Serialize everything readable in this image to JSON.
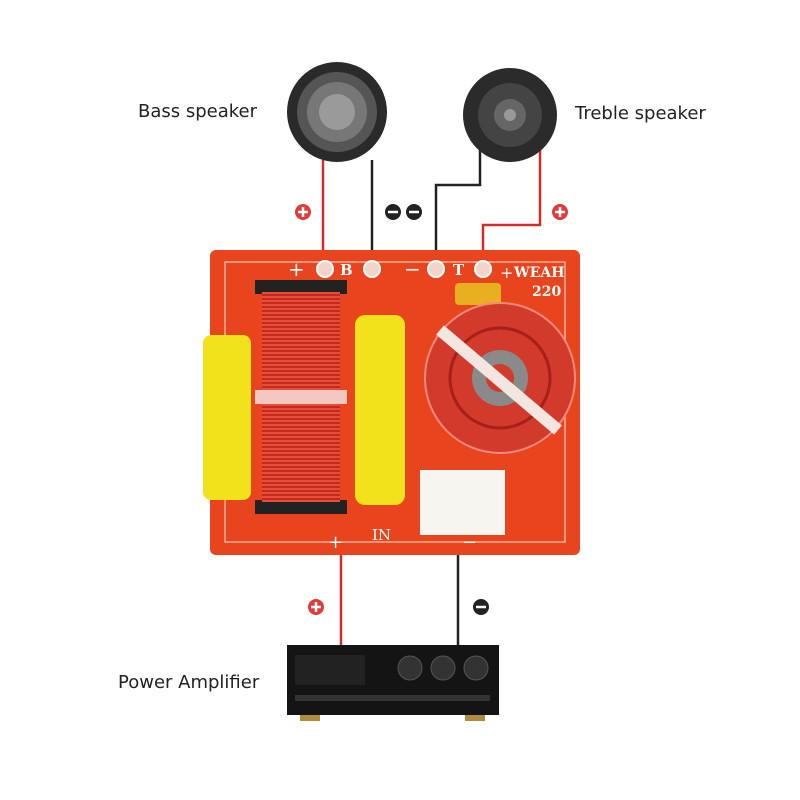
{
  "labels": {
    "bass_speaker": "Bass speaker",
    "treble_speaker": "Treble speaker",
    "power_amplifier": "Power Amplifier"
  },
  "board": {
    "model_line1": "WEAH",
    "model_line2": "220",
    "plus_mark": "+",
    "minus_mark": "−",
    "bass_mark": "B",
    "treble_mark": "T",
    "input_label": "IN",
    "input_plus": "+",
    "input_minus": "−"
  },
  "colors": {
    "board": "#e8451f",
    "positive_wire": "#d42a2a",
    "negative_wire": "#222222",
    "capacitor": "#f2e21b"
  },
  "icons": {
    "positive": "plus-circle-icon",
    "negative": "minus-circle-icon"
  }
}
